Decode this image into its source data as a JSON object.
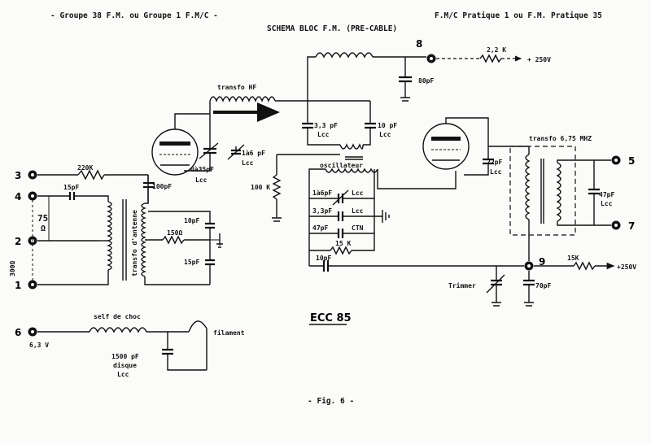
{
  "header": {
    "left": "- Groupe 38 F.M.   ou   Groupe 1 F.M/C -",
    "right": "F.M/C Pratique 1   ou   F.M. Pratique 35",
    "title": "SCHEMA BLOC F.M. (PRE-CABLE)"
  },
  "terminals": {
    "t1": "1",
    "t2": "2",
    "t3": "3",
    "t4": "4",
    "t5": "5",
    "t6": "6",
    "t7": "7",
    "t8": "8",
    "t9": "9"
  },
  "labels": {
    "r220k": "220K",
    "c15pf_top": "15pF",
    "c100pf": "100pF",
    "imp75": "75",
    "ohm": "Ω",
    "imp300": "300Ω",
    "transfo_antenne": "transfo d'antenne",
    "c10pf_ant": "10pF",
    "r150": "150Ω",
    "c15pf_ant": "15pF",
    "transfo_hf": "transfo HF",
    "c0a35": "0à35pF",
    "lcc": "Lcc",
    "c1a6_right": "1à6 pF",
    "r100k": "100 K",
    "c33_lcc": "3,3 pF",
    "c10_lcc": "10 pF",
    "oscillateur": "oscillateur",
    "c1a6_osc": "1à6pF",
    "c33_osc": "3,3pF",
    "c47_osc": "47pF",
    "ctn": "CTN",
    "r15k_osc": "15 K",
    "c10pf_bottom": "10pF",
    "r22k": "2,2 K",
    "v250_top": "+ 250V",
    "c80pf": "80pF",
    "c22pf": "22pF",
    "transfo_if": "transfo  6,75 MHZ",
    "c47_if": "47pF",
    "r15k_out": "15K",
    "v250_out": "+250V",
    "trimmer": "Trimmer",
    "c70pf": "70pF",
    "tube": "ECC 85",
    "self_de_choc": "self de choc",
    "filament": "filament",
    "v63": "6,3 V",
    "c1500": "1500 pF",
    "disque": "disque",
    "fig": "- Fig. 6 -"
  }
}
